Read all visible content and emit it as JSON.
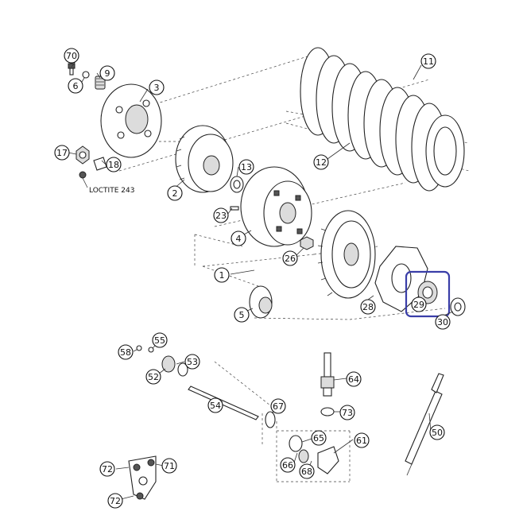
{
  "diagram": {
    "callouts": [
      {
        "id": "70",
        "label": "70"
      },
      {
        "id": "9",
        "label": "9"
      },
      {
        "id": "6",
        "label": "6"
      },
      {
        "id": "3",
        "label": "3"
      },
      {
        "id": "11",
        "label": "11"
      },
      {
        "id": "17",
        "label": "17"
      },
      {
        "id": "18",
        "label": "18"
      },
      {
        "id": "2",
        "label": "2"
      },
      {
        "id": "13",
        "label": "13"
      },
      {
        "id": "12",
        "label": "12"
      },
      {
        "id": "23",
        "label": "23"
      },
      {
        "id": "4",
        "label": "4"
      },
      {
        "id": "26",
        "label": "26"
      },
      {
        "id": "1",
        "label": "1"
      },
      {
        "id": "29",
        "label": "29"
      },
      {
        "id": "5",
        "label": "5"
      },
      {
        "id": "28",
        "label": "28"
      },
      {
        "id": "30",
        "label": "30"
      },
      {
        "id": "58",
        "label": "58"
      },
      {
        "id": "55",
        "label": "55"
      },
      {
        "id": "53",
        "label": "53"
      },
      {
        "id": "52",
        "label": "52"
      },
      {
        "id": "64",
        "label": "64"
      },
      {
        "id": "54",
        "label": "54"
      },
      {
        "id": "67",
        "label": "67"
      },
      {
        "id": "73",
        "label": "73"
      },
      {
        "id": "50",
        "label": "50"
      },
      {
        "id": "61",
        "label": "61"
      },
      {
        "id": "65",
        "label": "65"
      },
      {
        "id": "66",
        "label": "66"
      },
      {
        "id": "68",
        "label": "68"
      },
      {
        "id": "72a",
        "label": "72"
      },
      {
        "id": "71",
        "label": "71"
      },
      {
        "id": "72b",
        "label": "72"
      }
    ],
    "annotations": {
      "loctite": "LOCTITE 243"
    },
    "highlight": {
      "color": "#3a3ea8",
      "target": "29"
    }
  }
}
